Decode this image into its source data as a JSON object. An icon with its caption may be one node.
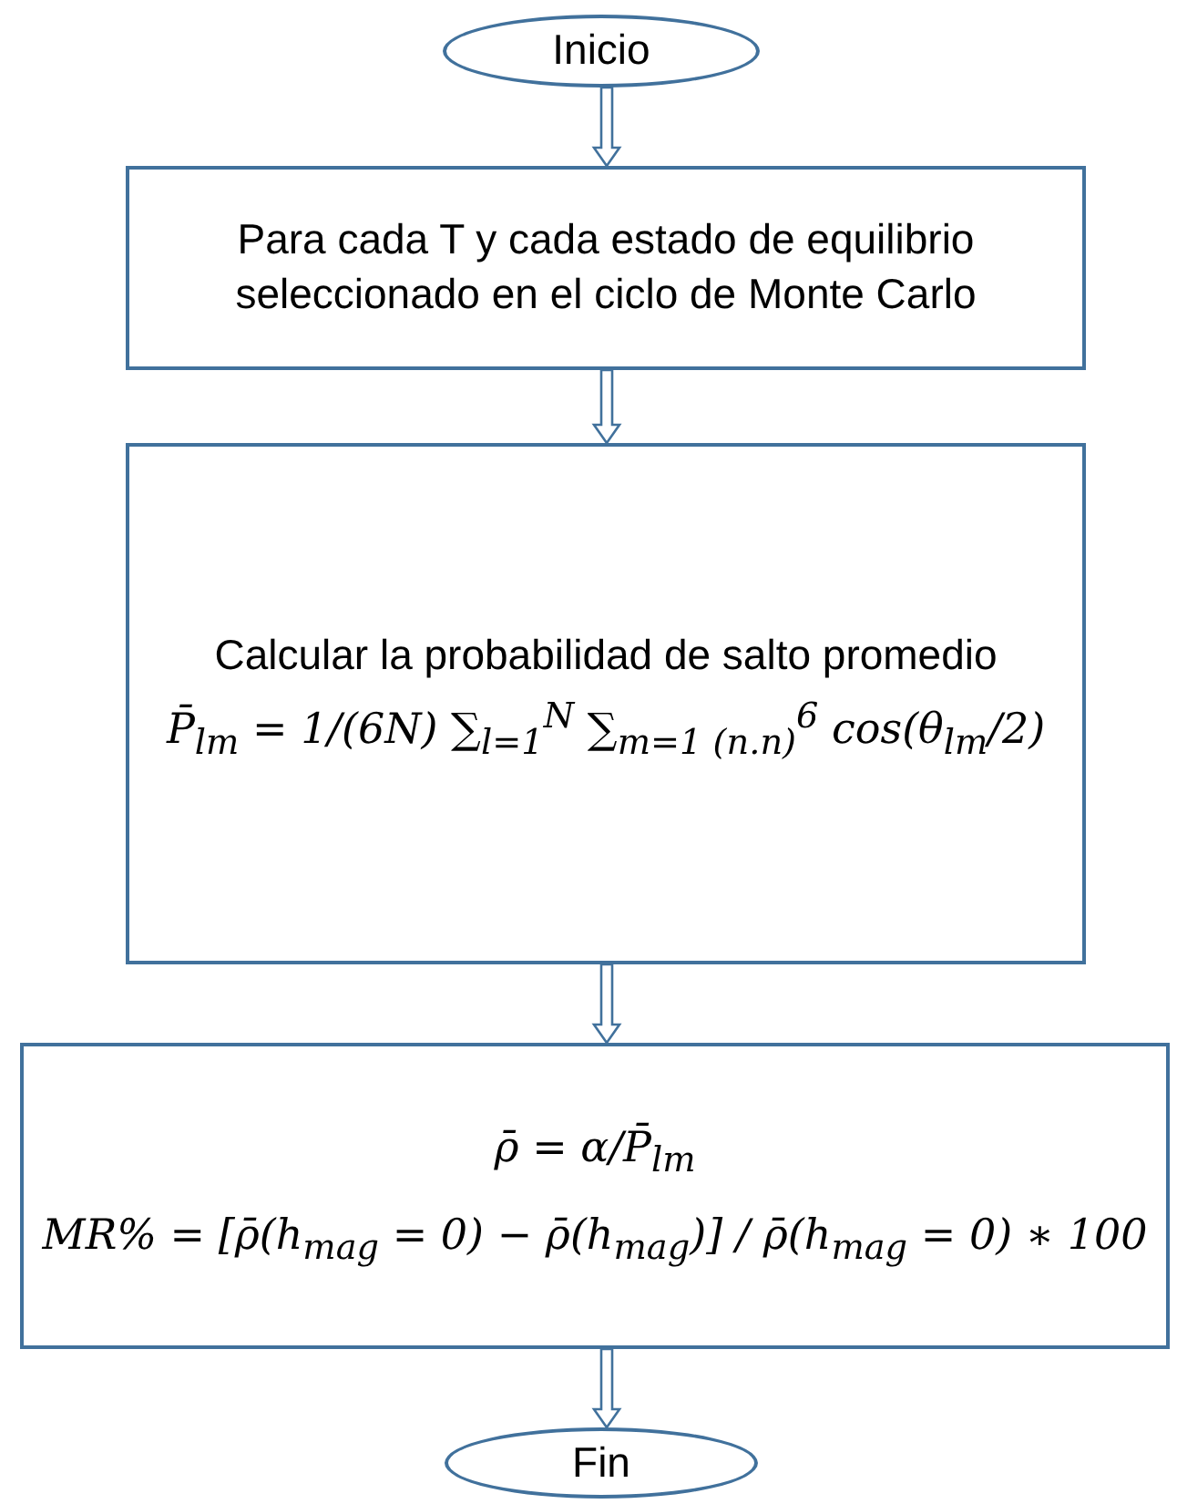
{
  "diagram": {
    "nodes": [
      {
        "text": [
          "Inicio"
        ]
      },
      {
        "text": [
          "Para cada T y cada estado de equilibrio seleccionado en el ciclo de Monte Carlo"
        ]
      },
      {
        "text": [
          "Calcular la probabilidad de salto promedio",
          "P̄$_{lm}$ = 1/(6N) ∑$_{l=1}$$^{N}$ ∑$_{m=1 (n.n)}$$^{6}$ cos(θ$_{lm}$/2)"
        ]
      },
      {
        "text": [
          "ρ̄ = α/P̄$_{lm}$",
          "MR% = [ρ̄(h$_{mag}$ = 0) − ρ̄(h$_{mag}$)] / ρ̄(h$_{mag}$ = 0) ∗ 100"
        ]
      },
      {
        "text": [
          "Fin"
        ]
      }
    ],
    "edges": [
      {
        "from": 0,
        "to": 1,
        "arrow": "to"
      },
      {
        "from": 1,
        "to": 2,
        "arrow": "to"
      },
      {
        "from": 2,
        "to": 3,
        "arrow": "to"
      },
      {
        "from": 3,
        "to": 4,
        "arrow": "to"
      }
    ]
  }
}
